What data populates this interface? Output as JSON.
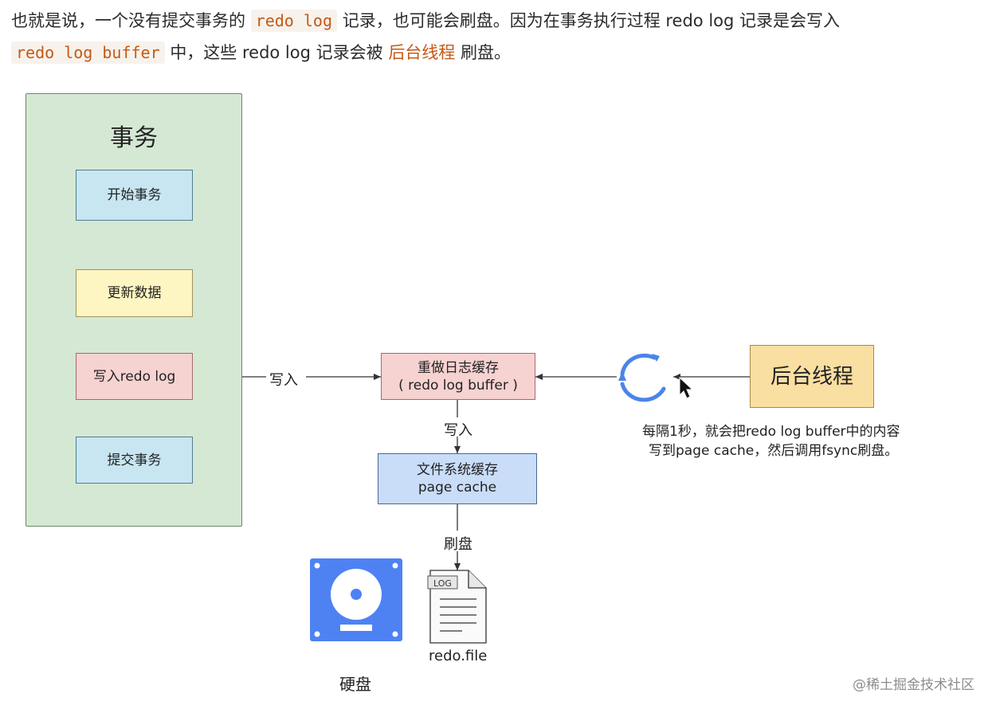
{
  "paragraph": {
    "part1": "也就是说，一个没有提交事务的",
    "code1": "redo log",
    "part2": "记录，也可能会刷盘。因为在事务执行过程 redo log 记录是会写入",
    "code2": "redo log buffer",
    "part3": "中，这些 redo log 记录会被",
    "highlight": "后台线程",
    "part4": "刷盘。"
  },
  "diagram": {
    "panel_title": "事务",
    "steps": [
      "开始事务",
      "更新数据",
      "写入redo log",
      "提交事务"
    ],
    "buffer": {
      "line1": "重做日志缓存",
      "line2": "( redo log buffer )"
    },
    "page_cache": {
      "line1": "文件系统缓存",
      "line2": "page cache"
    },
    "bg_thread": "后台线程",
    "edge_write1": "写入",
    "edge_write2": "写入",
    "edge_flush": "刷盘",
    "note_line1": "每隔1秒，就会把redo log buffer中的内容",
    "note_line2": "写到page cache，然后调用fsync刷盘。",
    "log_tag": "LOG",
    "file_label": "redo.file",
    "disk_label": "硬盘"
  },
  "watermark": "@稀土掘金技术社区",
  "colors": {
    "panel_bg": "#d5e8d4",
    "step_blue": "#c7e6f2",
    "step_yellow": "#fdf5c2",
    "step_red": "#f6d2d1",
    "cache_blue": "#c9dcf8",
    "thread_orange": "#f9dfa2",
    "disk_blue": "#4e82f3",
    "code_orange": "#c45a14"
  },
  "icons": [
    "refresh-icon",
    "mouse-cursor-icon",
    "hard-disk-icon",
    "log-file-icon"
  ]
}
